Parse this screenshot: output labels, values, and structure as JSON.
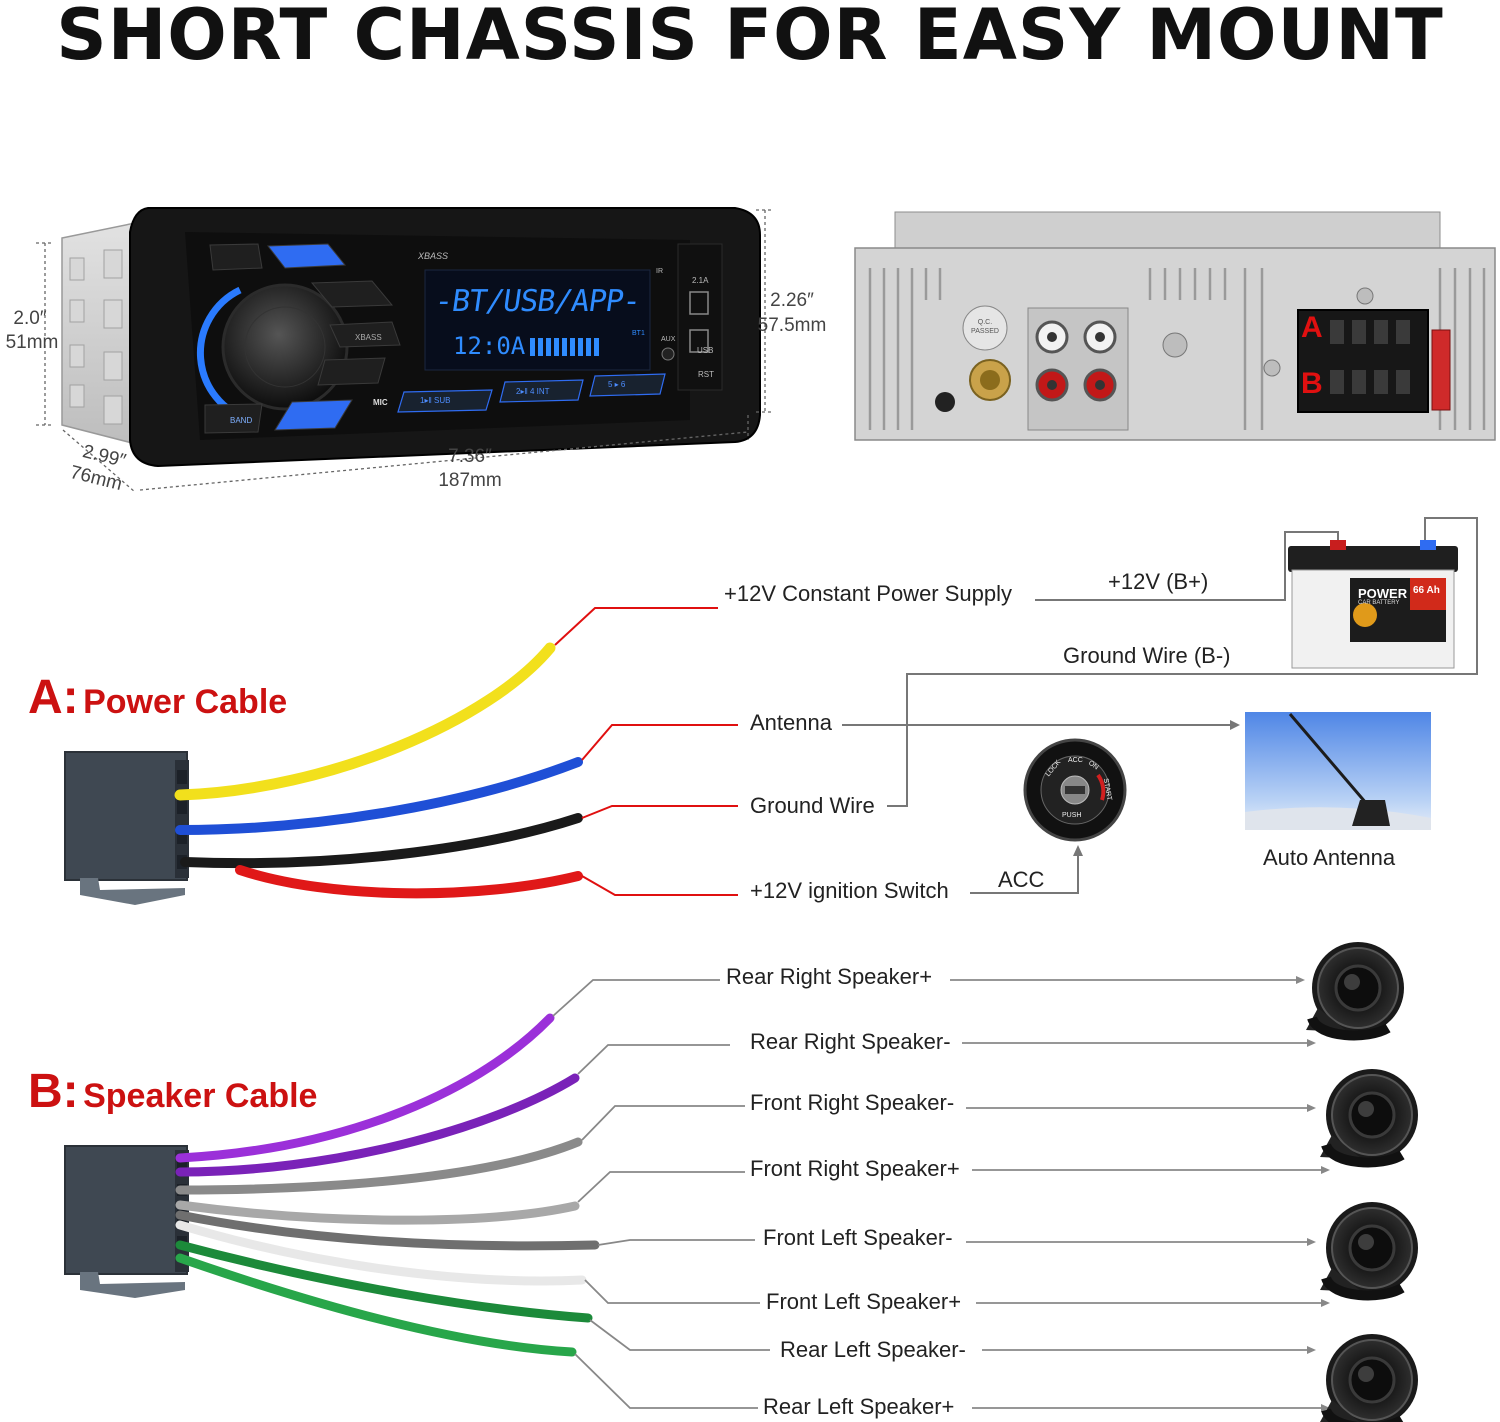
{
  "title": "SHORT CHASSIS FOR EASY MOUNT",
  "dimensions": {
    "height_in": "2.0″",
    "height_mm": "51mm",
    "front_height_in": "2.26″",
    "front_height_mm": "57.5mm",
    "depth_in": "2.99″",
    "depth_mm": "76mm",
    "width_in": "7.36″",
    "width_mm": "187mm"
  },
  "radio": {
    "brand": "XBASS",
    "display_top": "-BT/USB/APP-",
    "display_time": "12:0A",
    "display_tag": "BT1",
    "buttons": {
      "xbass": "XBASS",
      "band": "BAND",
      "mic": "MIC",
      "ir": "IR",
      "usb": "USB",
      "usb_current": "2.1A",
      "aux": "AUX",
      "rst": "RST"
    },
    "preset_labels": [
      "1▸‖  SUB",
      "2▸‖  4 INT",
      "5  ▸  6"
    ]
  },
  "rear_panel": {
    "qc_label": "Q.C. PASSED",
    "connector_a": "A",
    "connector_b": "B"
  },
  "battery": {
    "brand": "POWER",
    "sub": "CAR BATTERY",
    "capacity": "66 Ah"
  },
  "ignition_key": {
    "lock": "LOCK",
    "acc": "ACC",
    "on": "ON",
    "start": "START",
    "push": "PUSH"
  },
  "power_cable": {
    "letter": "A:",
    "title": "Power Cable",
    "wires": [
      {
        "label": "+12V Constant Power Supply",
        "color": "#f2e01c"
      },
      {
        "label": "Antenna",
        "color": "#1f4fd6"
      },
      {
        "label": "Ground Wire",
        "color": "#1a1a1a"
      },
      {
        "label": "+12V ignition Switch",
        "color": "#e01818"
      }
    ],
    "b_plus": "+12V (B+)",
    "ground": "Ground Wire (B-)",
    "acc": "ACC",
    "antenna_caption": "Auto Antenna"
  },
  "speaker_cable": {
    "letter": "B:",
    "title": "Speaker Cable",
    "wires": [
      {
        "label": "Rear Right Speaker+",
        "color": "#9b30d9"
      },
      {
        "label": "Rear Right Speaker-",
        "color": "#7a22b8"
      },
      {
        "label": "Front Right Speaker-",
        "color": "#8a8a8a"
      },
      {
        "label": "Front Right Speaker+",
        "color": "#a8a8a8"
      },
      {
        "label": "Front Left Speaker-",
        "color": "#6f6f6f"
      },
      {
        "label": "Front Left Speaker+",
        "color": "#f4f4f4"
      },
      {
        "label": "Rear Left Speaker-",
        "color": "#1c8a3a"
      },
      {
        "label": "Rear Left Speaker+",
        "color": "#28a64a"
      }
    ]
  },
  "colors": {
    "accent_red": "#cc1111",
    "display_blue": "#2f8cff",
    "lead_red": "#e01010",
    "line_gray": "#777777"
  }
}
